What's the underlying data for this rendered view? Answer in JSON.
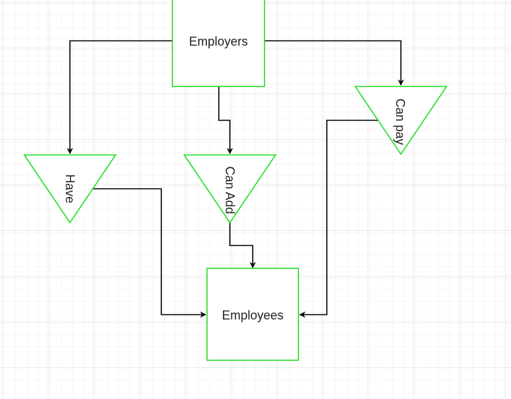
{
  "colors": {
    "background": "#ffffff",
    "grid_minor": "#ececec",
    "grid_major": "#d6d6d6",
    "node_stroke": "#22dd22",
    "node_fill": "#ffffff",
    "edge": "#000000",
    "text": "#222222"
  },
  "nodes": {
    "employers": {
      "label": "Employers",
      "shape": "rectangle"
    },
    "employees": {
      "label": "Employees",
      "shape": "rectangle"
    },
    "have": {
      "label": "Have",
      "shape": "triangle-down"
    },
    "can_add": {
      "label": "Can Add",
      "shape": "triangle-down"
    },
    "can_pay": {
      "label": "Can pay",
      "shape": "triangle-down"
    }
  },
  "edges": [
    {
      "from": "employers",
      "to": "have"
    },
    {
      "from": "employers",
      "to": "can_add"
    },
    {
      "from": "employers",
      "to": "can_pay"
    },
    {
      "from": "have",
      "to": "employees"
    },
    {
      "from": "can_add",
      "to": "employees"
    },
    {
      "from": "can_pay",
      "to": "employees"
    }
  ]
}
